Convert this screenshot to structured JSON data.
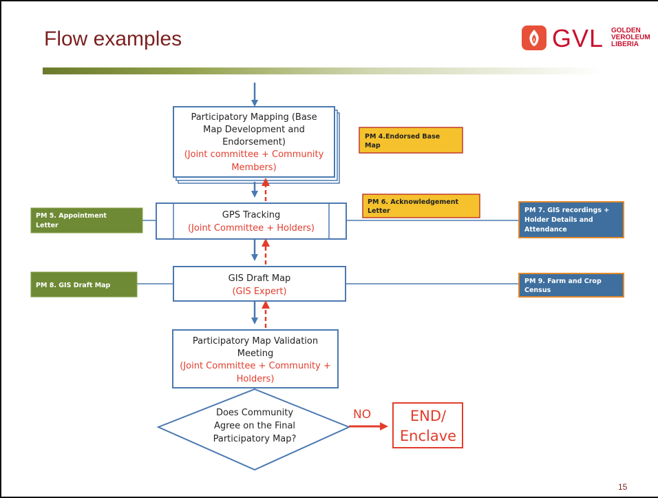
{
  "slide": {
    "title": "Flow examples",
    "page_number": "15",
    "colors": {
      "title": "#7b1f1f",
      "box_border": "#4a78b0",
      "red": "#e23c2c",
      "green": "#6e8a35",
      "blue": "#3e6f9e",
      "yellow": "#f5c22e"
    }
  },
  "logo": {
    "text": "GVL",
    "sub1": "GOLDEN",
    "sub2": "VEROLEUM",
    "sub3": "LIBERIA",
    "icon": "gvl-flame-logo-icon"
  },
  "boxes": {
    "participatory_mapping": {
      "line1": "Participatory Mapping (Base",
      "line2": "Map Development and",
      "line3": "Endorsement)",
      "sub1": "(Joint committee + Community",
      "sub2": "Members)"
    },
    "gps_tracking": {
      "line1": "GPS Tracking",
      "sub1": "(Joint Committee + Holders)"
    },
    "gis_draft": {
      "line1": "GIS Draft Map",
      "sub1": "(GIS Expert)"
    },
    "validation": {
      "line1": "Participatory Map Validation",
      "line2": "Meeting",
      "sub1": "(Joint Committee + Community +",
      "sub2": "Holders)"
    },
    "decision": {
      "line1": "Does Community",
      "line2": "Agree on the Final",
      "line3": "Participatory Map?"
    },
    "end": {
      "line1": "END/",
      "line2": "Enclave"
    },
    "no_label": "NO"
  },
  "tags": {
    "pm4": {
      "line1": "PM 4.Endorsed Base",
      "line2": "Map"
    },
    "pm5": {
      "line1": "PM 5. Appointment",
      "line2": "Letter"
    },
    "pm6": {
      "line1": "PM 6. Acknowledgement",
      "line2": "Letter"
    },
    "pm7": {
      "line1": "PM 7. GIS recordings +",
      "line2": "Holder Details and",
      "line3": "Attendance"
    },
    "pm8": {
      "line1": "PM 8. GIS Draft Map"
    },
    "pm9": {
      "line1": "PM 9. Farm and Crop",
      "line2": "Census"
    }
  }
}
